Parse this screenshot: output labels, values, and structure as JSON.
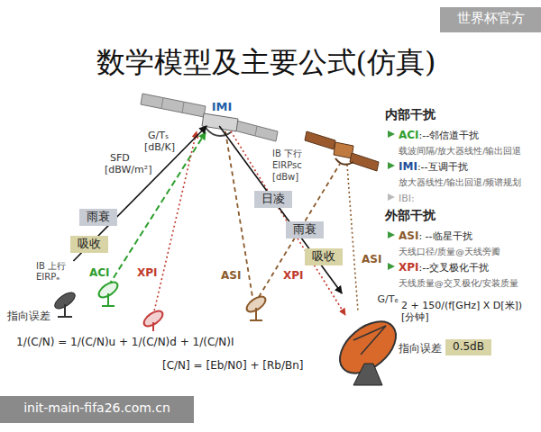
{
  "diagram": {
    "title": "数学模型及主要公式(仿真)",
    "nodes": [
      {
        "text": [
          "世界杯官方"
        ]
      },
      {
        "text": [
          "IMI"
        ]
      },
      {
        "text": [
          "雨衰"
        ]
      },
      {
        "text": [
          "日凌"
        ]
      },
      {
        "text": [
          "雨衰"
        ]
      },
      {
        "text": [
          "吸收"
        ]
      },
      {
        "text": [
          "吸收"
        ]
      },
      {
        "text": [
          "IB 上行 EIRPₑ"
        ]
      },
      {
        "text": [
          "G/Tₑ"
        ]
      },
      {
        "text": [
          "0.5dB"
        ]
      },
      {
        "text": [
          "init-main-fifa26.com.cn"
        ]
      }
    ],
    "edges": [
      {
        "from": 7,
        "to": 1,
        "arrow": "to"
      },
      {
        "from": 1,
        "to": 8,
        "arrow": "to"
      }
    ],
    "labels": [
      "G/Tₛ",
      "[dB/K]",
      "SFD",
      "[dBW/m²]",
      "IB 下行",
      "EIRPsc",
      "[dBw]",
      "ACI",
      "XPI",
      "ASI",
      "XPI",
      "ASI",
      "指向误差",
      "1/(C/N) = 1/(C/N)u + 1/(C/N)d + 1/(C/N)I",
      "[C/N] = [Eb/N0] + [Rb/Bn]",
      "2 + 150/(f[GHz] X D[米]) [分钟]",
      "指向误差",
      "内部干扰",
      "ACI",
      ":--邻信道干扰",
      "载波间隔/放大器线性/输出回退",
      "IMI",
      ":--互调干扰",
      "放大器线性/输出回退/频谱规划",
      "IBI:",
      "外部干扰",
      "ASI",
      ": --临星干扰",
      "天线口径/质量@天线旁瓣",
      "XPI",
      ":--交叉极化干扰",
      "天线质量@交叉极化/安装质量"
    ]
  }
}
